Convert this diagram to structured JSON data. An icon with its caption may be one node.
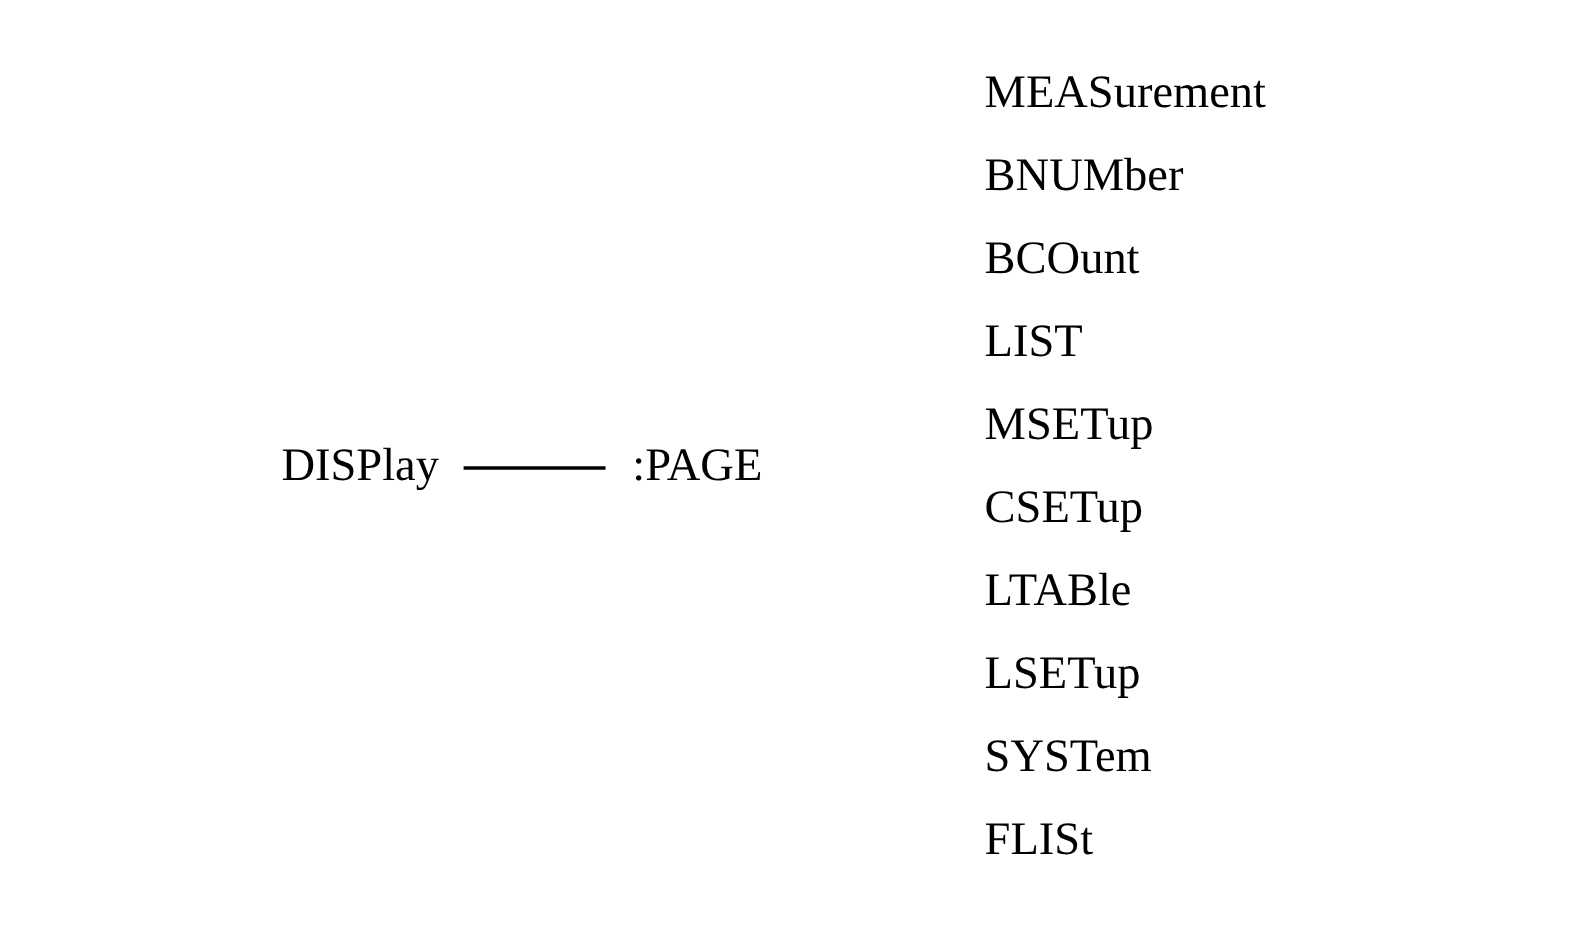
{
  "diagram": {
    "nodes": [
      {
        "text": [
          "DISPlay"
        ]
      },
      {
        "text": [
          ":PAGE"
        ]
      }
    ],
    "edges": [
      {
        "from": 0,
        "to": 1,
        "arrow": "none"
      }
    ],
    "labels": [
      "MEASurement",
      "BNUMber",
      "BCOunt",
      "LIST",
      "MSETup",
      "CSETup",
      "LTABle",
      "LSETup",
      "SYSTem",
      "FLISt"
    ]
  }
}
